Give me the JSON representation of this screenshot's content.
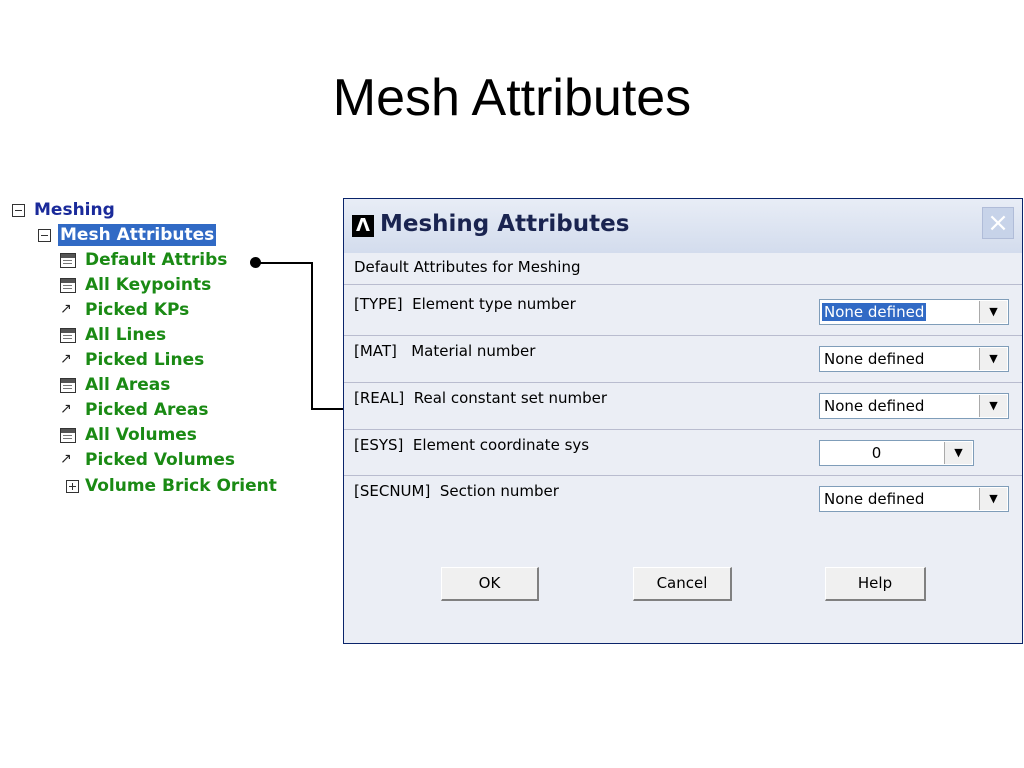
{
  "slide": {
    "title": "Mesh Attributes"
  },
  "tree": {
    "root": "Meshing",
    "selected": "Mesh Attributes",
    "items": [
      {
        "label": "Default Attribs",
        "icon": "table-icon"
      },
      {
        "label": "All Keypoints",
        "icon": "table-icon"
      },
      {
        "label": "Picked KPs",
        "icon": "pick-arrow-icon"
      },
      {
        "label": "All Lines",
        "icon": "table-icon"
      },
      {
        "label": "Picked Lines",
        "icon": "pick-arrow-icon"
      },
      {
        "label": "All Areas",
        "icon": "table-icon"
      },
      {
        "label": "Picked Areas",
        "icon": "pick-arrow-icon"
      },
      {
        "label": "All Volumes",
        "icon": "table-icon"
      },
      {
        "label": "Picked Volumes",
        "icon": "pick-arrow-icon"
      }
    ],
    "expandable": "Volume Brick Orient"
  },
  "dialog": {
    "title": "Meshing Attributes",
    "logo": "Λ",
    "close": "×",
    "section": "Default Attributes for Meshing",
    "rows": [
      {
        "label": "[TYPE]  Element type number",
        "value": "None defined"
      },
      {
        "label": "[MAT]   Material number",
        "value": "None defined"
      },
      {
        "label": "[REAL]  Real constant set number",
        "value": "None defined"
      },
      {
        "label": "[ESYS]  Element coordinate sys",
        "value": "0"
      },
      {
        "label": "[SECNUM]  Section number",
        "value": "None defined"
      }
    ],
    "buttons": {
      "ok": "OK",
      "cancel": "Cancel",
      "help": "Help"
    },
    "dropdown_arrow": "▼"
  }
}
